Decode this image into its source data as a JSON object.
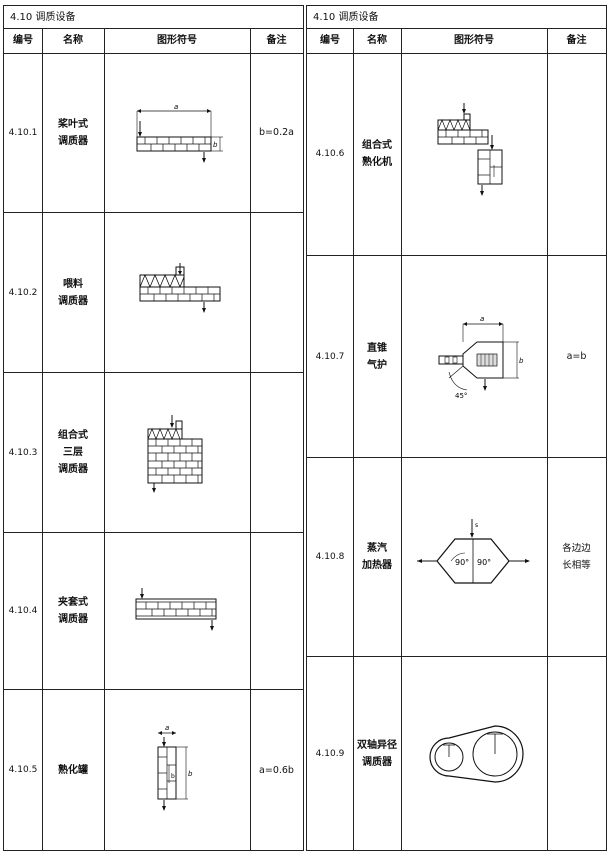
{
  "left": {
    "section_title": "4.10  调质设备",
    "headers": {
      "num": "编号",
      "name": "名称",
      "symbol": "图形符号",
      "note": "备注"
    },
    "rows": [
      {
        "num": "4.10.1",
        "name": [
          "桨叶式",
          "调质器"
        ],
        "note": "b=0.2a",
        "labels": {
          "a": "a",
          "b": "b"
        }
      },
      {
        "num": "4.10.2",
        "name": [
          "喂料",
          "调质器"
        ],
        "note": ""
      },
      {
        "num": "4.10.3",
        "name": [
          "组合式",
          "三层",
          "调质器"
        ],
        "note": ""
      },
      {
        "num": "4.10.4",
        "name": [
          "夹套式",
          "调质器"
        ],
        "note": ""
      },
      {
        "num": "4.10.5",
        "name": [
          "熟化罐"
        ],
        "note": "a=0.6b",
        "labels": {
          "a": "a",
          "b": "b"
        }
      }
    ]
  },
  "right": {
    "section_title": "4.10  调质设备",
    "headers": {
      "num": "编号",
      "name": "名称",
      "symbol": "图形符号",
      "note": "备注"
    },
    "rows": [
      {
        "num": "4.10.6",
        "name": [
          "组合式",
          "熟化机"
        ],
        "note": ""
      },
      {
        "num": "4.10.7",
        "name": [
          "直锥",
          "气护"
        ],
        "note": "a=b",
        "labels": {
          "a": "a",
          "b": "b",
          "angle": "45°"
        }
      },
      {
        "num": "4.10.8",
        "name": [
          "蒸汽",
          "加热器"
        ],
        "note": [
          "各边边",
          "长相等"
        ],
        "labels": {
          "angle1": "90°",
          "angle2": "90°",
          "s": "s"
        }
      },
      {
        "num": "4.10.9",
        "name": [
          "双轴异径",
          "调质器"
        ],
        "note": ""
      }
    ]
  }
}
